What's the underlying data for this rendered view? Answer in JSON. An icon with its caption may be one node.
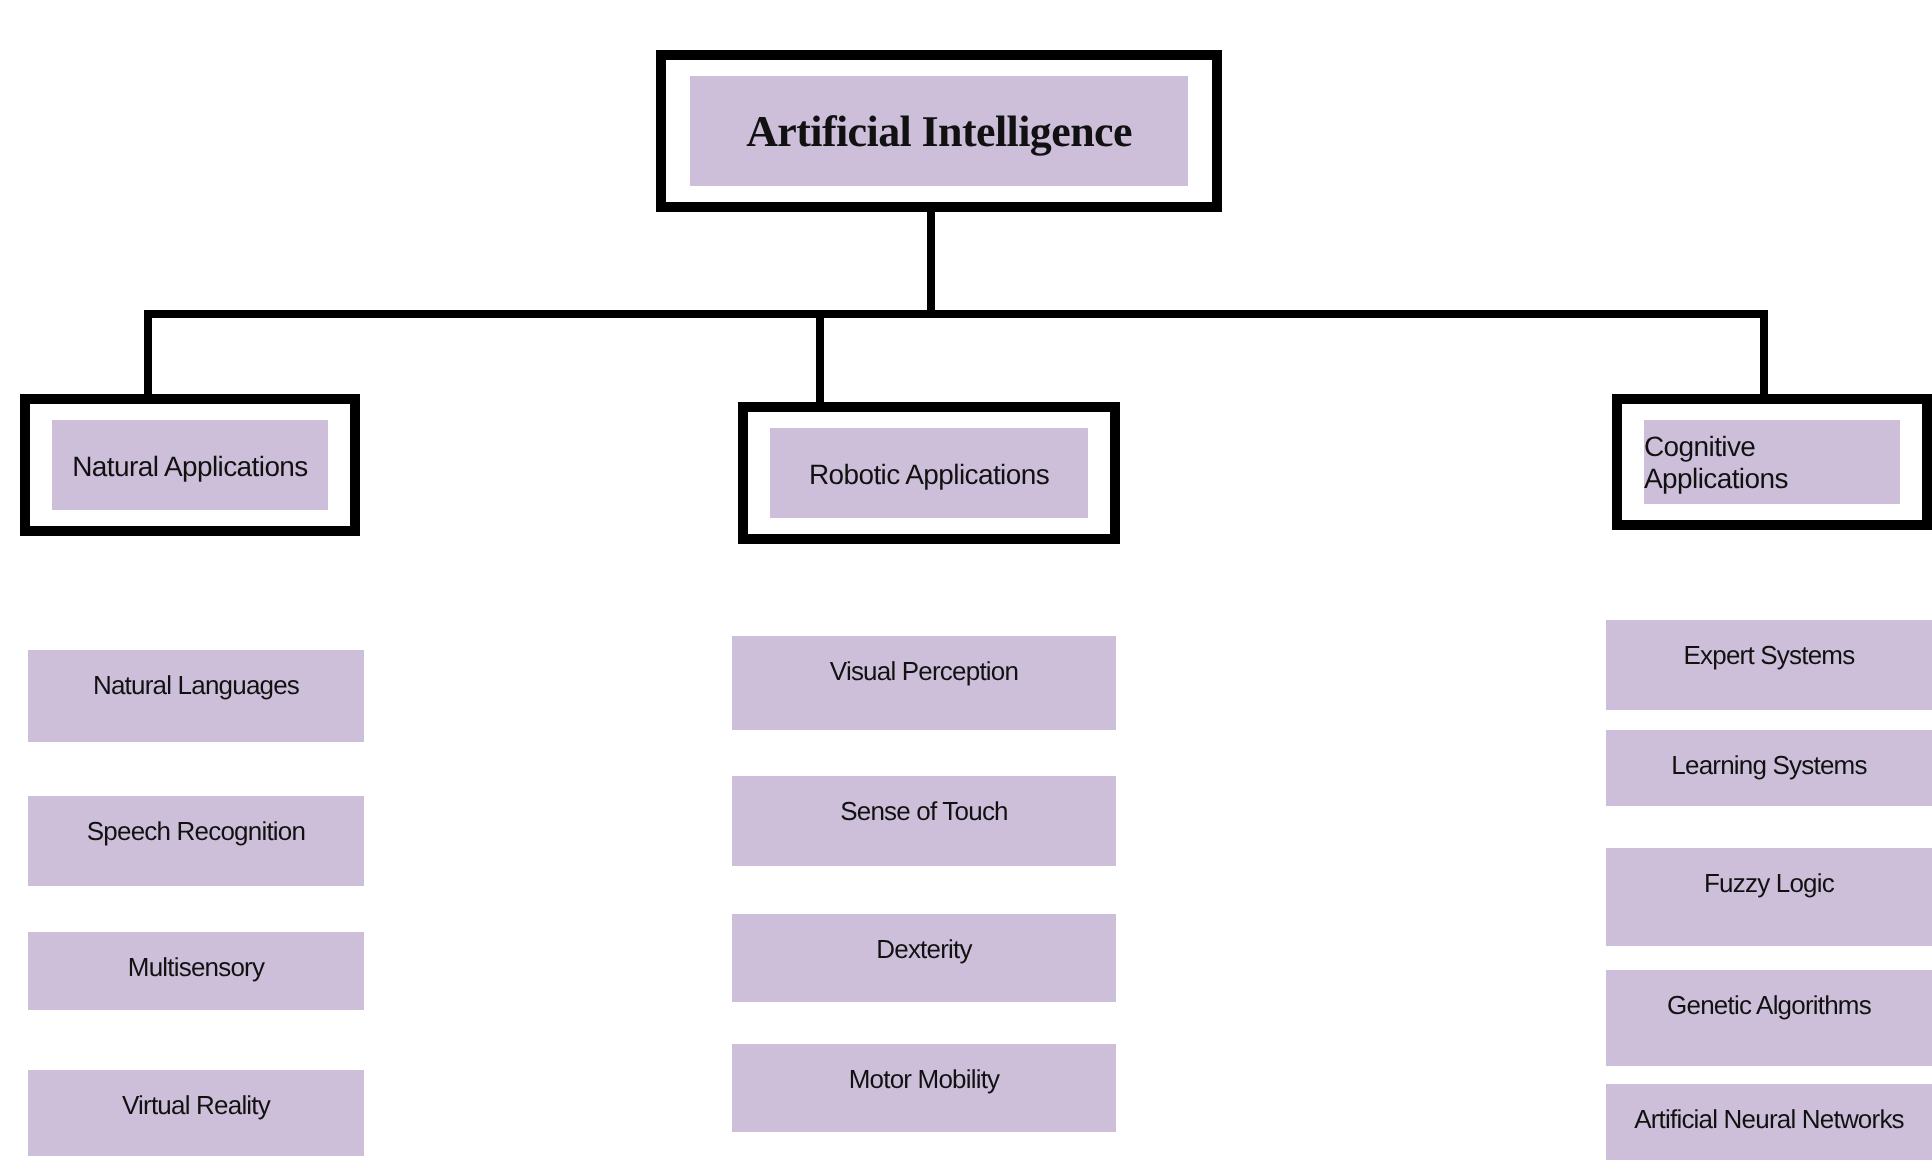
{
  "diagram": {
    "nodes": [
      {
        "text": [
          "Artificial Intelligence"
        ]
      },
      {
        "text": [
          "Natural Applications"
        ]
      },
      {
        "text": [
          "Robotic Applications"
        ]
      },
      {
        "text": [
          "Cognitive Applications"
        ]
      },
      {
        "text": [
          "Natural Languages"
        ]
      },
      {
        "text": [
          "Speech Recognition"
        ]
      },
      {
        "text": [
          "Multisensory"
        ]
      },
      {
        "text": [
          "Virtual Reality"
        ]
      },
      {
        "text": [
          "Visual Perception"
        ]
      },
      {
        "text": [
          "Sense of Touch"
        ]
      },
      {
        "text": [
          "Dexterity"
        ]
      },
      {
        "text": [
          "Motor Mobility"
        ]
      },
      {
        "text": [
          "Expert Systems"
        ]
      },
      {
        "text": [
          "Learning Systems"
        ]
      },
      {
        "text": [
          "Fuzzy Logic"
        ]
      },
      {
        "text": [
          "Genetic Algorithms"
        ]
      },
      {
        "text": [
          "Artificial Neural Networks"
        ]
      }
    ],
    "edges": [
      {
        "from": 0,
        "to": 1,
        "arrow": "none"
      },
      {
        "from": 0,
        "to": 2,
        "arrow": "none"
      },
      {
        "from": 0,
        "to": 3,
        "arrow": "none"
      }
    ]
  }
}
